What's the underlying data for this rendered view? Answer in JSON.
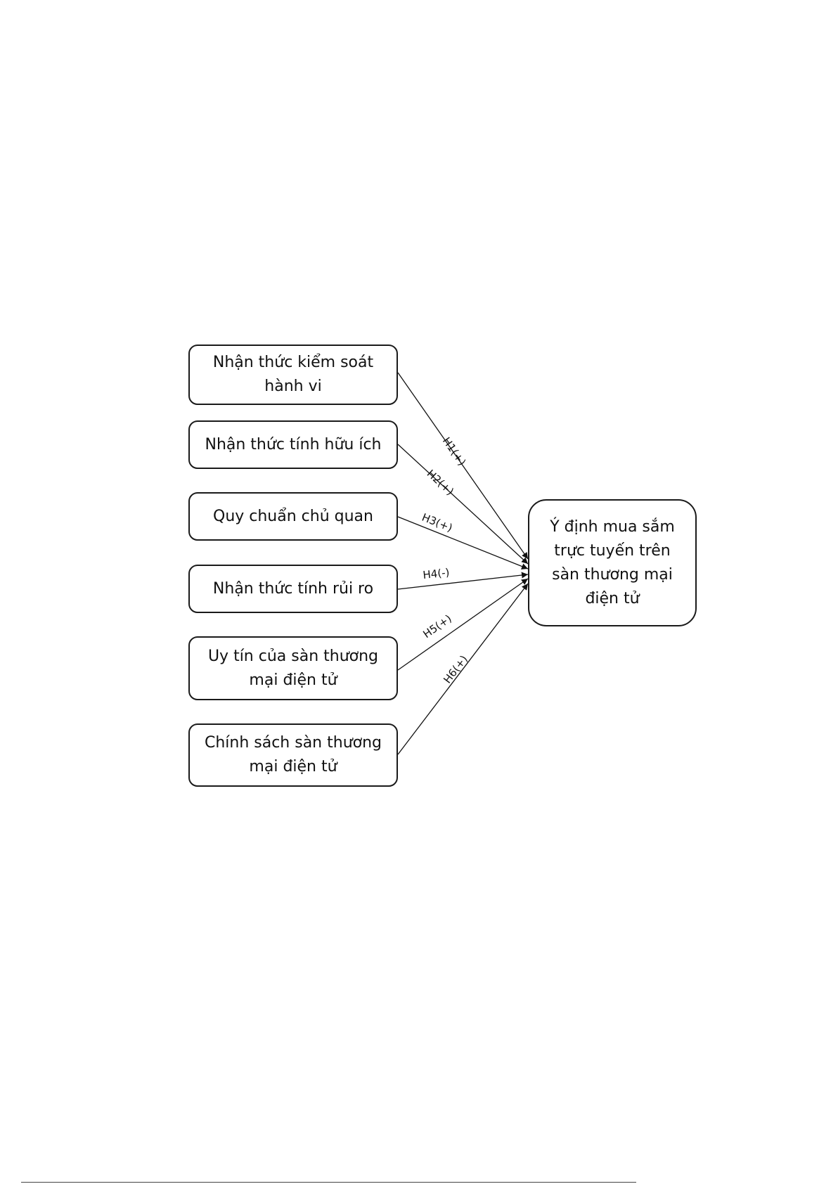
{
  "diagram": {
    "factors": [
      {
        "label": "Nhận thức kiểm soát hành vi",
        "hypothesis": "H1(+)"
      },
      {
        "label": "Nhận thức tính hữu ích",
        "hypothesis": "H2(+)"
      },
      {
        "label": "Quy chuẩn chủ quan",
        "hypothesis": "H3(+)"
      },
      {
        "label": "Nhận thức tính rủi ro",
        "hypothesis": "H4(-)"
      },
      {
        "label": "Uy tín của sàn thương mại điện tử",
        "hypothesis": "H5(+)"
      },
      {
        "label": "Chính sách sàn thương mại điện tử",
        "hypothesis": "H6(+)"
      }
    ],
    "outcome": {
      "label": "Ý định mua sắm trực tuyến trên sàn thương mại điện tử"
    }
  }
}
